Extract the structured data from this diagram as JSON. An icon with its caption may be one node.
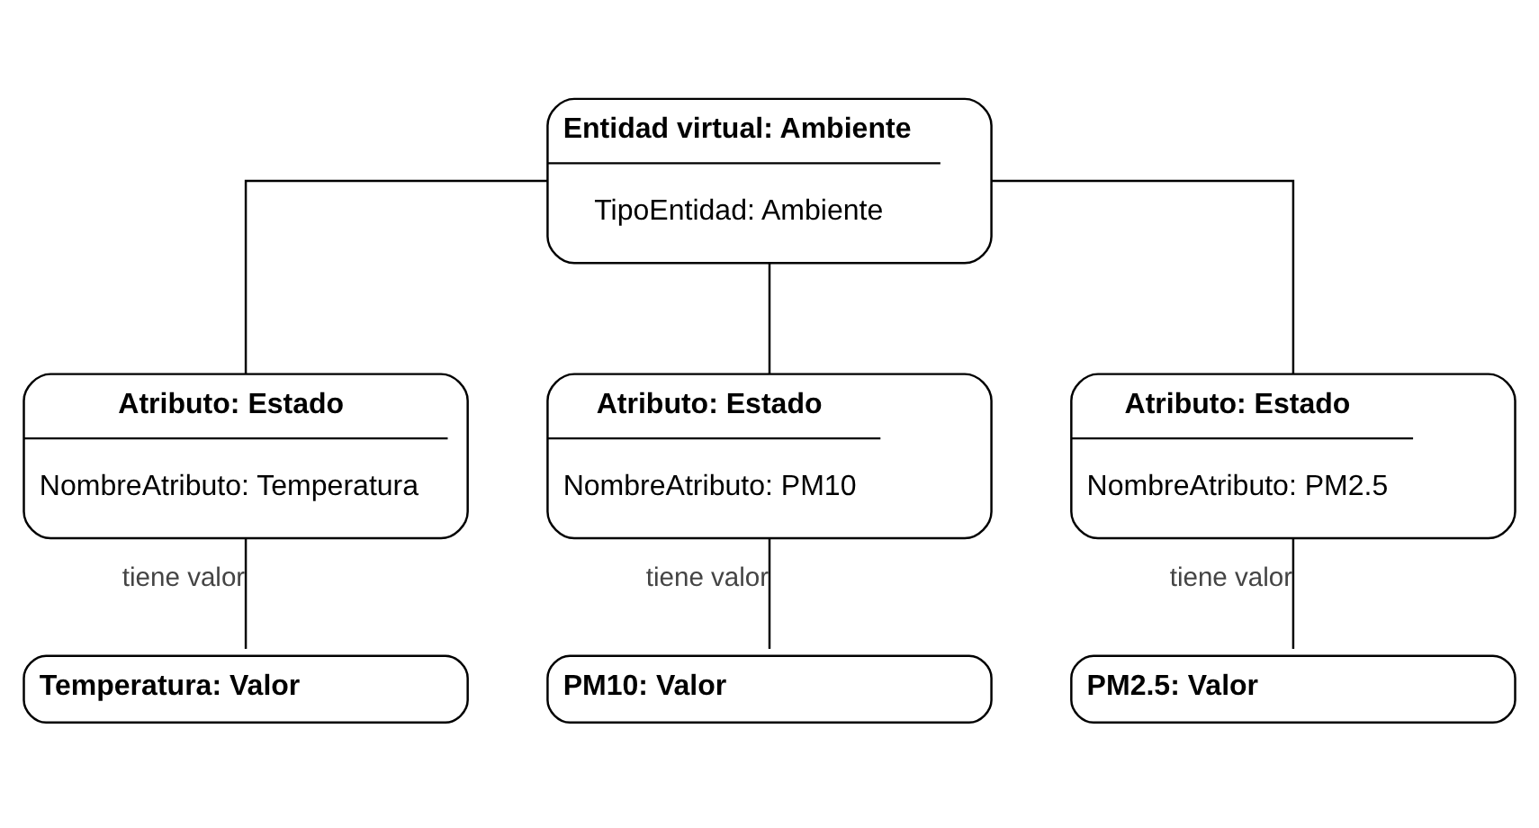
{
  "diagram": {
    "nodes": [
      {
        "text": [
          "Entidad virtual: Ambiente",
          "TipoEntidad: Ambiente"
        ]
      },
      {
        "text": [
          "Atributo: Estado",
          "NombreAtributo: Temperatura"
        ]
      },
      {
        "text": [
          "Atributo: Estado",
          "NombreAtributo: PM10"
        ]
      },
      {
        "text": [
          "Atributo: Estado",
          "NombreAtributo: PM2.5"
        ]
      },
      {
        "text": [
          "Temperatura: Valor"
        ]
      },
      {
        "text": [
          "PM10: Valor"
        ]
      },
      {
        "text": [
          "PM2.5: Valor"
        ]
      }
    ],
    "edges": [
      {
        "from": 0,
        "to": 1,
        "arrow": "none"
      },
      {
        "from": 0,
        "to": 2,
        "arrow": "none"
      },
      {
        "from": 0,
        "to": 3,
        "arrow": "none"
      },
      {
        "from": 1,
        "to": 4,
        "arrow": "none",
        "label": "tiene valor"
      },
      {
        "from": 2,
        "to": 5,
        "arrow": "none",
        "label": "tiene valor"
      },
      {
        "from": 3,
        "to": 6,
        "arrow": "none",
        "label": "tiene valor"
      }
    ]
  }
}
